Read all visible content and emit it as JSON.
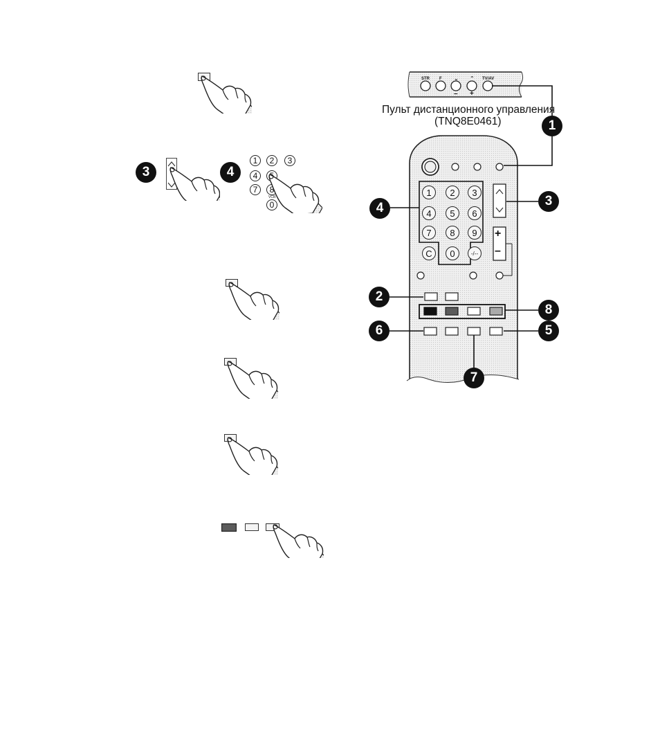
{
  "remote_caption": {
    "line1": "Пульт дистанционного управления",
    "line2": "(TNQ8E0461)"
  },
  "tv_panel": {
    "labels": [
      "STR",
      "F",
      "⌄",
      "⌃",
      "TV/AV"
    ],
    "signs": [
      "–",
      "+"
    ]
  },
  "callouts": [
    "1",
    "2",
    "3",
    "4",
    "5",
    "6",
    "7",
    "8"
  ],
  "keypad": {
    "digits": [
      "1",
      "2",
      "3",
      "4",
      "5",
      "6",
      "7",
      "8",
      "9",
      "C",
      "0",
      "-/--"
    ]
  },
  "step_keypad": {
    "digits": [
      "1",
      "2",
      "3",
      "4",
      "5",
      "6",
      "7",
      "8",
      "0"
    ],
    "vcr_label": "VCR"
  },
  "volume": {
    "plus": "+",
    "minus": "–"
  },
  "colors": {
    "button_black": "#111111",
    "button_dark_gray": "#555555",
    "button_white": "#ffffff",
    "button_light_gray": "#aaaaaa",
    "remote_body": "#eeeeee"
  }
}
